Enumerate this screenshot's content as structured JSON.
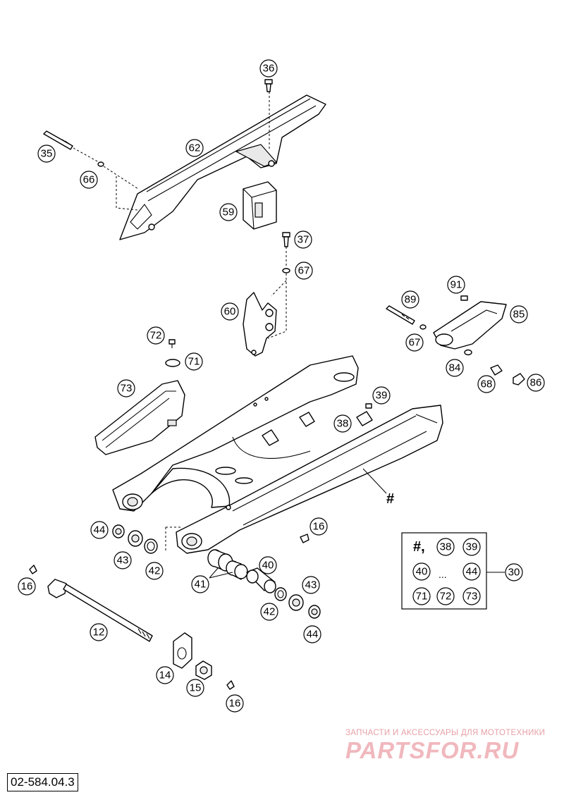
{
  "diagram": {
    "callouts": [
      {
        "id": "c36",
        "label": "36"
      },
      {
        "id": "c35",
        "label": "35"
      },
      {
        "id": "c62",
        "label": "62"
      },
      {
        "id": "c66",
        "label": "66"
      },
      {
        "id": "c59",
        "label": "59"
      },
      {
        "id": "c37",
        "label": "37"
      },
      {
        "id": "c67a",
        "label": "67"
      },
      {
        "id": "c60",
        "label": "60"
      },
      {
        "id": "c91",
        "label": "91"
      },
      {
        "id": "c89",
        "label": "89"
      },
      {
        "id": "c85",
        "label": "85"
      },
      {
        "id": "c67b",
        "label": "67"
      },
      {
        "id": "c72a",
        "label": "72"
      },
      {
        "id": "c71a",
        "label": "71"
      },
      {
        "id": "c84",
        "label": "84"
      },
      {
        "id": "c68",
        "label": "68"
      },
      {
        "id": "c86",
        "label": "86"
      },
      {
        "id": "c73a",
        "label": "73"
      },
      {
        "id": "c39a",
        "label": "39"
      },
      {
        "id": "c38a",
        "label": "38"
      },
      {
        "id": "c44a",
        "label": "44"
      },
      {
        "id": "c43a",
        "label": "43"
      },
      {
        "id": "c42a",
        "label": "42"
      },
      {
        "id": "c16a",
        "label": "16"
      },
      {
        "id": "c40a",
        "label": "40"
      },
      {
        "id": "c41",
        "label": "41"
      },
      {
        "id": "c16b",
        "label": "16"
      },
      {
        "id": "c43b",
        "label": "43"
      },
      {
        "id": "c42b",
        "label": "42"
      },
      {
        "id": "c44b",
        "label": "44"
      },
      {
        "id": "c12",
        "label": "12"
      },
      {
        "id": "c14",
        "label": "14"
      },
      {
        "id": "c15",
        "label": "15"
      },
      {
        "id": "c16c",
        "label": "16"
      },
      {
        "id": "c30",
        "label": "30"
      }
    ],
    "hash_label": "#",
    "kit": {
      "hash": "#,",
      "ellipsis": "...",
      "items": [
        {
          "id": "k38",
          "label": "38"
        },
        {
          "id": "k39",
          "label": "39"
        },
        {
          "id": "k40",
          "label": "40"
        },
        {
          "id": "k44",
          "label": "44"
        },
        {
          "id": "k71",
          "label": "71"
        },
        {
          "id": "k72",
          "label": "72"
        },
        {
          "id": "k73",
          "label": "73"
        }
      ]
    },
    "diagram_code": "02-584.04.3"
  },
  "watermark": {
    "subtitle": "ЗАПЧАСТИ И АКСЕССУАРЫ ДЛЯ МОТОТЕХНИКИ",
    "brand": "PARTSFOR.RU"
  }
}
